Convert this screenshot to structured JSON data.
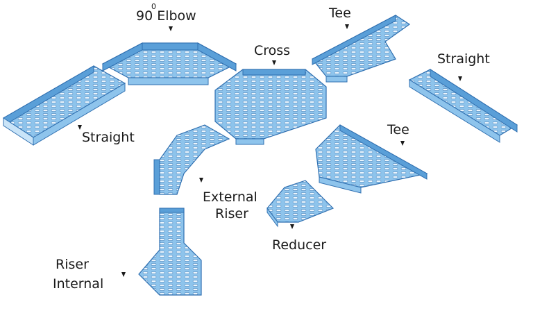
{
  "colors": {
    "tray_fill": "#8ec4ec",
    "tray_edge": "#2f6fb0",
    "tray_dark": "#5a9fd8",
    "tray_light": "#c9e4f8",
    "slot": "#eaf5fd",
    "label_text": "#1a1a1a",
    "background": "#ffffff"
  },
  "labels": {
    "elbow": "90",
    "elbow_sup": "0",
    "elbow_word": "Elbow",
    "tee_top": "Tee",
    "cross": "Cross",
    "straight_right": "Straight",
    "straight_left": "Straight",
    "tee_right": "Tee",
    "external_riser_line1": "External",
    "external_riser_line2": "Riser",
    "reducer": "Reducer",
    "riser_internal_line1": "Riser",
    "riser_internal_line2": "Internal"
  },
  "components": [
    {
      "name": "straight-left",
      "label_ref": "straight_left"
    },
    {
      "name": "elbow-90",
      "label_ref": "elbow"
    },
    {
      "name": "cross",
      "label_ref": "cross"
    },
    {
      "name": "tee-top",
      "label_ref": "tee_top"
    },
    {
      "name": "straight-right",
      "label_ref": "straight_right"
    },
    {
      "name": "tee-right",
      "label_ref": "tee_right"
    },
    {
      "name": "external-riser",
      "label_ref": "external_riser_line1"
    },
    {
      "name": "reducer",
      "label_ref": "reducer"
    },
    {
      "name": "riser-internal",
      "label_ref": "riser_internal_line1"
    }
  ]
}
